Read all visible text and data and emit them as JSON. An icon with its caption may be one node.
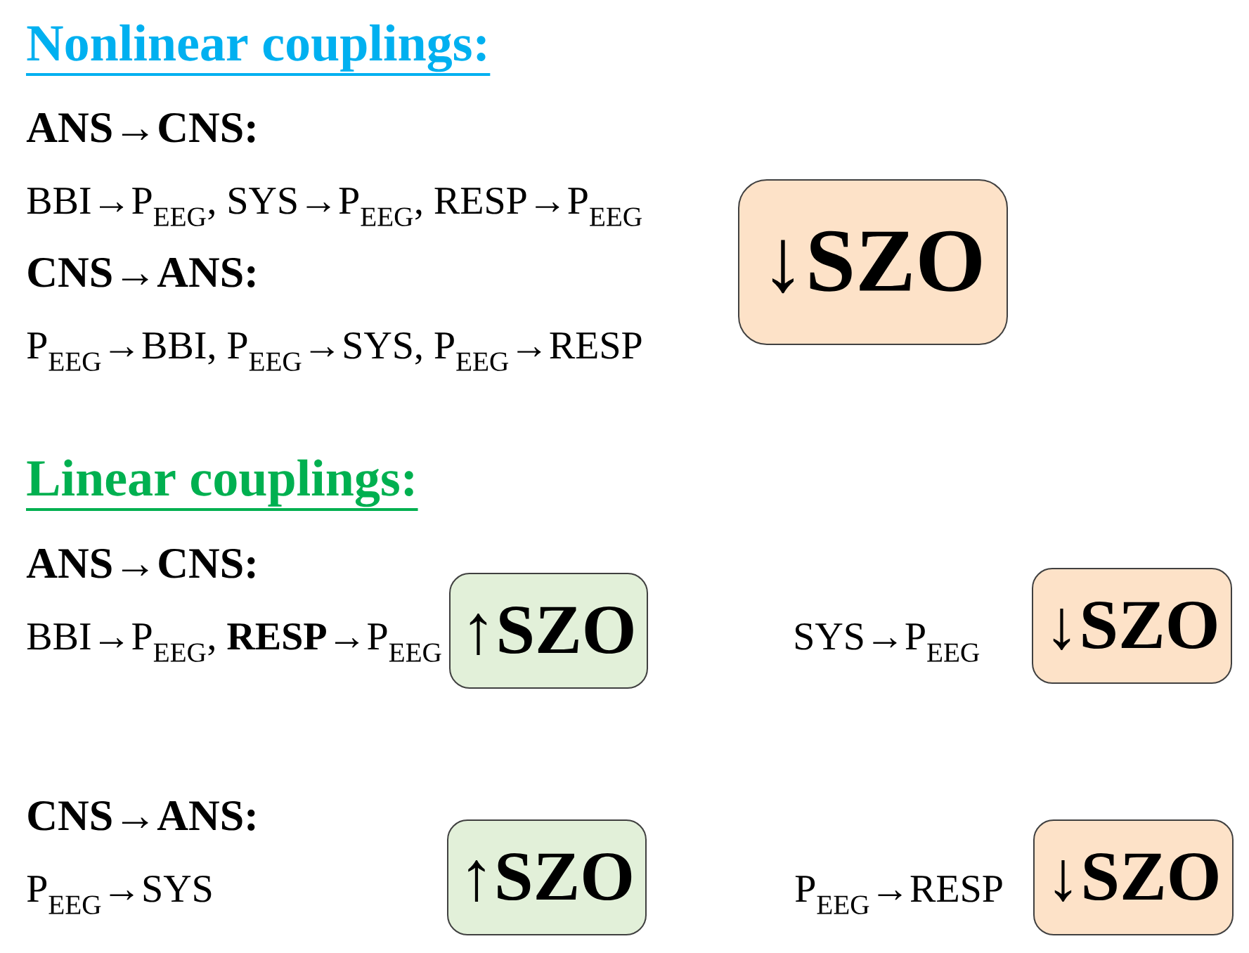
{
  "diagram": {
    "nodes": [
      {
        "text": [
          "↓SZO"
        ]
      },
      {
        "text": [
          "↑SZO"
        ],
        "beside": [
          "BBI→P$_{EEG}$, **RESP**→P$_{EEG}$"
        ]
      },
      {
        "text": [
          "↓SZO"
        ],
        "beside": [
          "SYS→P$_{EEG}$"
        ]
      },
      {
        "text": [
          "↑SZO"
        ]
      },
      {
        "text": [
          "↓SZO"
        ],
        "beside": [
          "P$_{EEG}$→RESP"
        ]
      }
    ],
    "labels": [
      "Nonlinear couplings:",
      "ANS→CNS:",
      "BBI→P$_{EEG}$, SYS→P$_{EEG}$, RESP→P$_{EEG}$",
      "CNS→ANS:",
      "P$_{EEG}$→BBI, P$_{EEG}$→SYS, P$_{EEG}$→RESP",
      "Linear couplings:",
      "ANS→CNS:",
      "CNS→ANS:",
      "P$_{EEG}$→SYS"
    ]
  }
}
